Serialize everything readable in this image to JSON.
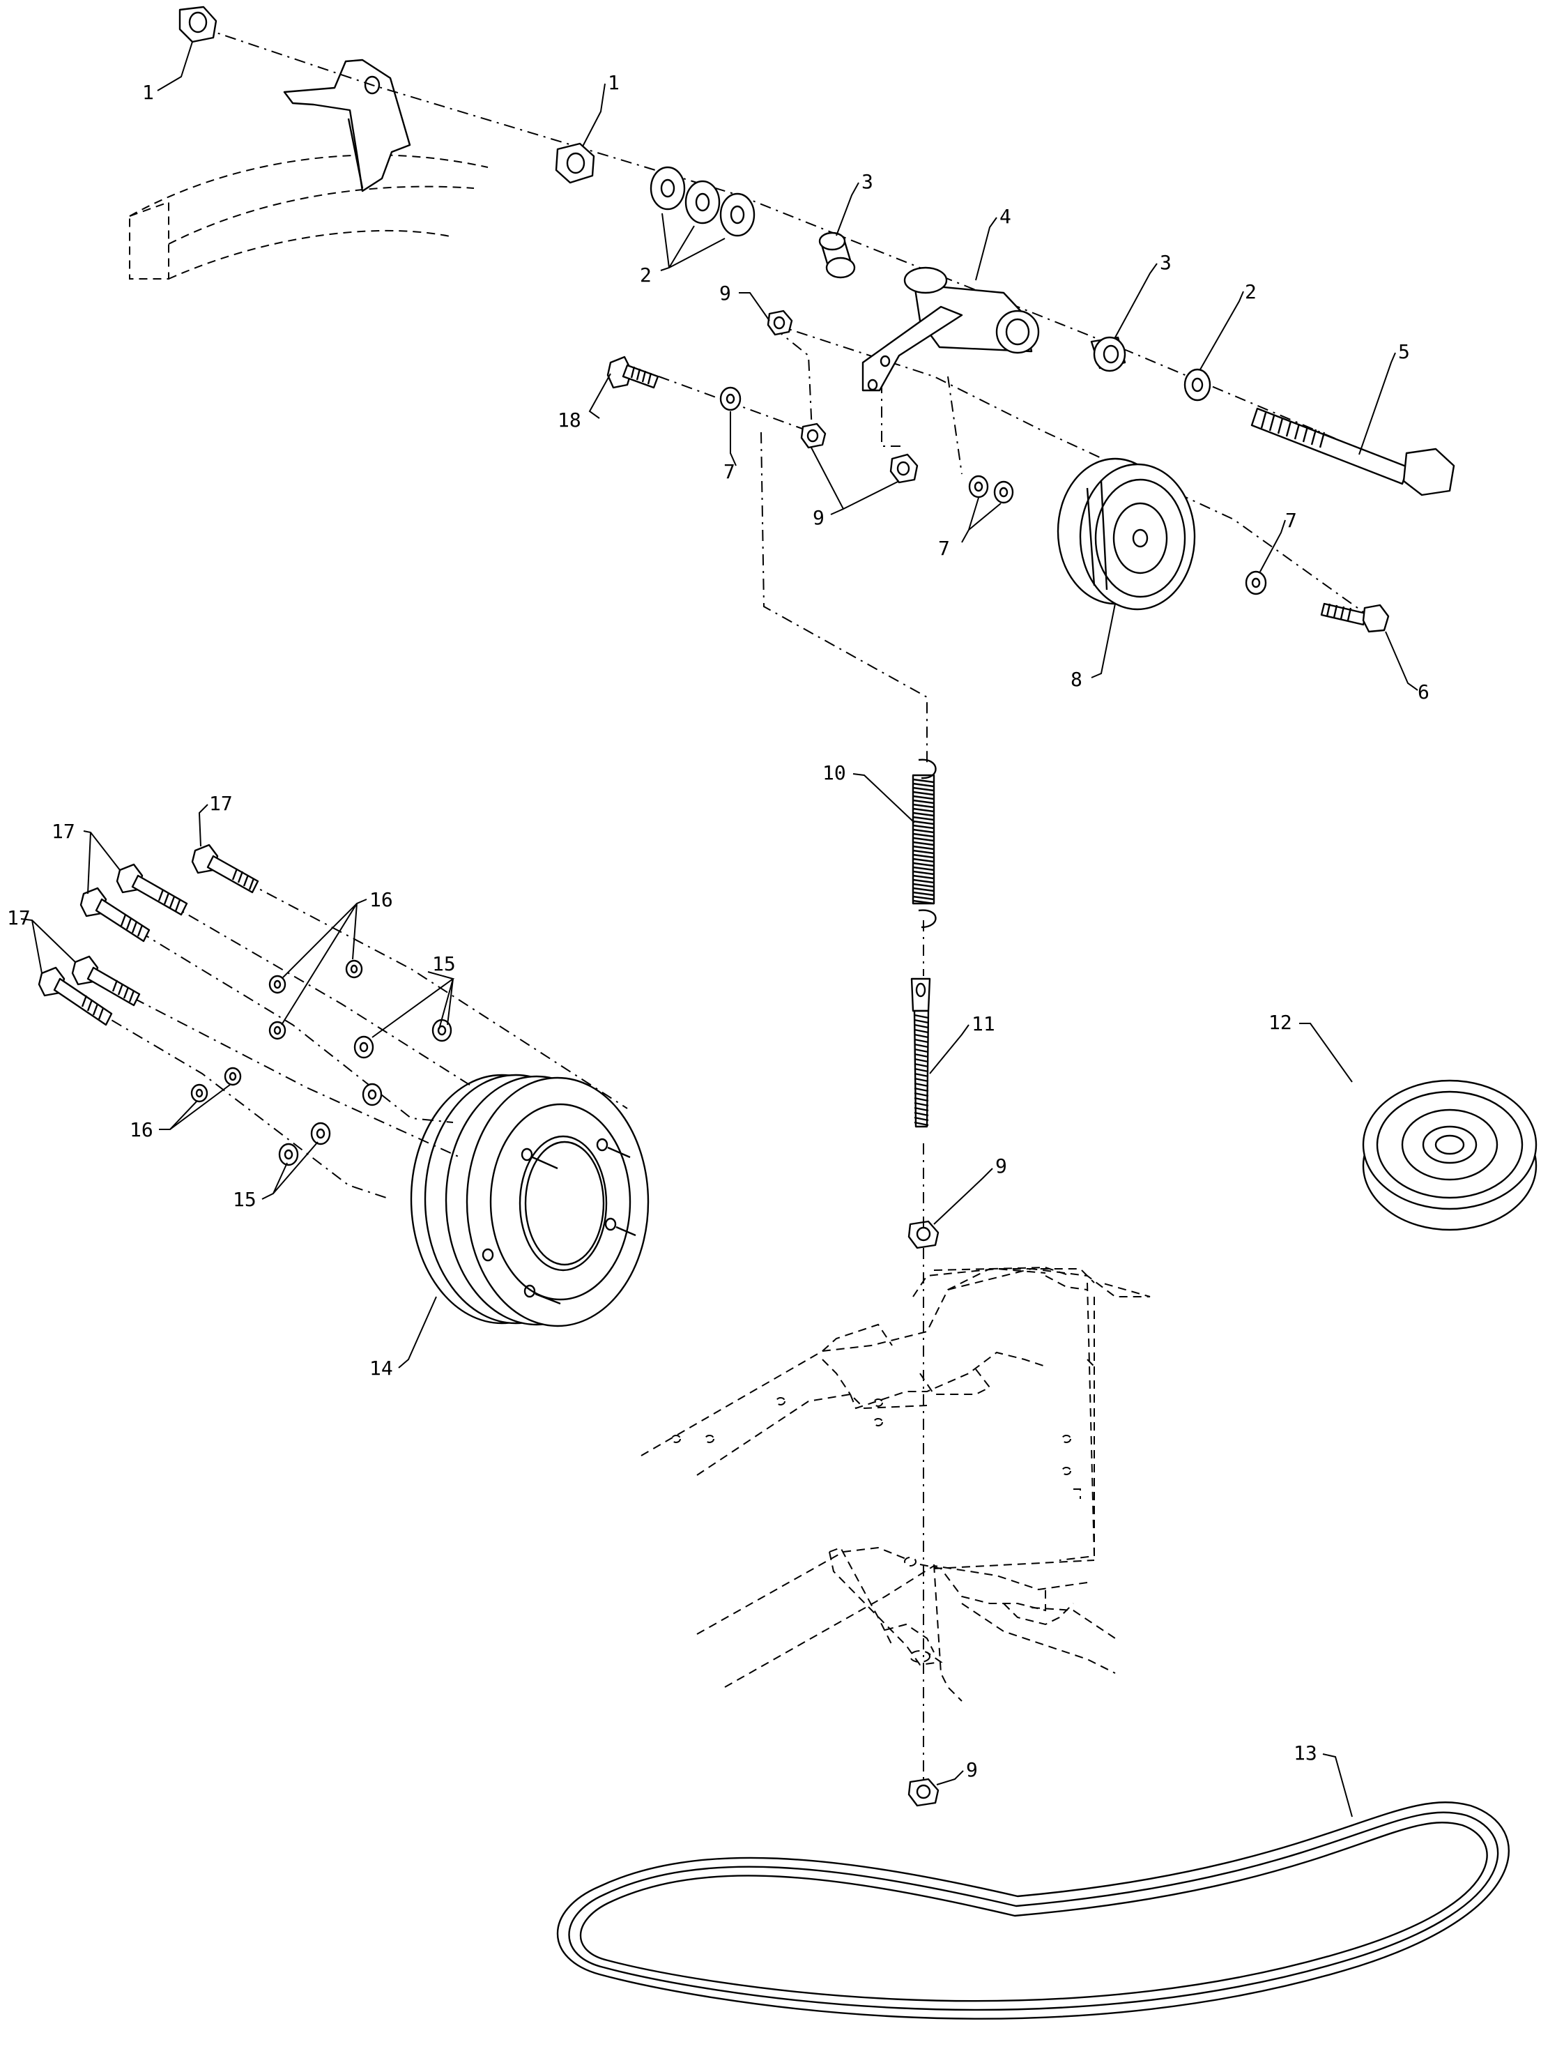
{
  "callouts": [
    {
      "id": "c1a",
      "text": "1"
    },
    {
      "id": "c1b",
      "text": "1"
    },
    {
      "id": "c2a",
      "text": "2"
    },
    {
      "id": "c2b",
      "text": "2"
    },
    {
      "id": "c3a",
      "text": "3"
    },
    {
      "id": "c3b",
      "text": "3"
    },
    {
      "id": "c4",
      "text": "4"
    },
    {
      "id": "c5",
      "text": "5"
    },
    {
      "id": "c6",
      "text": "6"
    },
    {
      "id": "c7a",
      "text": "7"
    },
    {
      "id": "c7b",
      "text": "7"
    },
    {
      "id": "c7c",
      "text": "7"
    },
    {
      "id": "c8",
      "text": "8"
    },
    {
      "id": "c9a",
      "text": "9"
    },
    {
      "id": "c9b",
      "text": "9"
    },
    {
      "id": "c9c",
      "text": "9"
    },
    {
      "id": "c9d",
      "text": "9"
    },
    {
      "id": "c10",
      "text": "10"
    },
    {
      "id": "c11",
      "text": "11"
    },
    {
      "id": "c12",
      "text": "12"
    },
    {
      "id": "c13",
      "text": "13"
    },
    {
      "id": "c14",
      "text": "14"
    },
    {
      "id": "c15a",
      "text": "15"
    },
    {
      "id": "c15b",
      "text": "15"
    },
    {
      "id": "c16a",
      "text": "16"
    },
    {
      "id": "c16b",
      "text": "16"
    },
    {
      "id": "c17a",
      "text": "17"
    },
    {
      "id": "c17b",
      "text": "17"
    },
    {
      "id": "c17c",
      "text": "17"
    },
    {
      "id": "c18",
      "text": "18"
    }
  ]
}
